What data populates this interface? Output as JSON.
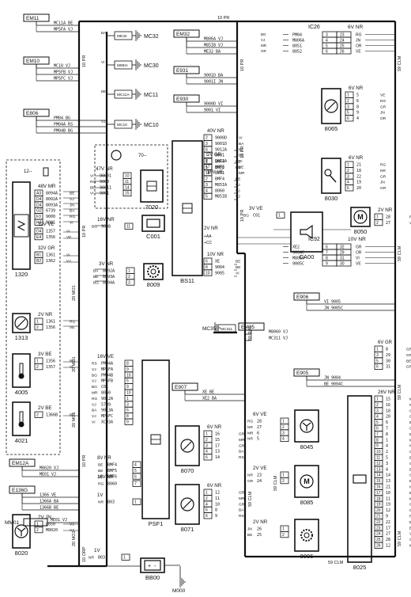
{
  "bus_labels": {
    "top": "10 PR",
    "bottom_right": "59 CLM",
    "bottom_right2": "59 CLM",
    "right1": "59 CLM",
    "right2": "59 CLM",
    "right3": "59 CLM",
    "left_vert": "20 MO1",
    "left_vert2": "20 MO1",
    "left_vert3": "20 MO1",
    "left_vert4": "20 MO1",
    "left_pr": "10 PR",
    "left_pr2": "10 PR",
    "mid_pr": "10 PR",
    "pr2": "10 PR",
    "pr3": "10 PR",
    "pr4": "10 PR",
    "mid_vert": "50 RJB",
    "clm_mid": "59 CLM",
    "clm_mid2": "59 CLM",
    "bottom_orp": "10 ORP"
  },
  "ground_labels": [
    "MC32",
    "MC30",
    "MC11",
    "MC10",
    "MC35",
    "M000"
  ],
  "connectors": [
    {
      "id": "EM11",
      "wires": [
        "MC11A BE",
        "MP5FA VJ"
      ]
    },
    {
      "id": "EM10",
      "wires": [
        "MC10 VJ",
        "MP5FB VJ",
        "MP5FC VJ"
      ]
    },
    {
      "id": "E806",
      "wires": [
        "PM04 BG",
        "PM04A RS",
        "PM04B BG"
      ]
    },
    {
      "id": "EM32",
      "wires": [
        "M806A VJ",
        "M85IB VJ",
        "ME32 BA"
      ]
    },
    {
      "id": "E931",
      "wires": [
        "9001D BA",
        "9001I JN"
      ]
    },
    {
      "id": "E930",
      "wires": [
        "9000D VI",
        "9001 VI"
      ]
    },
    {
      "id": "E906",
      "wires": [
        "VI 9005",
        "JN 9005C"
      ]
    },
    {
      "id": "EM35",
      "wires": [
        "M8060 VJ",
        "MC311 VJ"
      ]
    },
    {
      "id": "E905",
      "wires": [
        "JN 9004",
        "BE 9004C"
      ]
    },
    {
      "id": "E907",
      "wires": [
        "XE BE",
        "XE2 BA"
      ]
    },
    {
      "id": "EM12A",
      "wires": [
        "M8020 VJ",
        "ME01 VJ"
      ]
    },
    {
      "id": "E136G",
      "wires": [
        "1366 VE",
        "1366A BA",
        "1366B BE"
      ]
    },
    {
      "id": "MM01",
      "wires": [
        "ME01 VJ"
      ]
    }
  ],
  "ic26": {
    "title": "IC26",
    "spec": "6V NR",
    "rows": [
      [
        "PM04",
        "3",
        "23",
        "RG"
      ],
      [
        "M806A",
        "4",
        "24",
        "JN"
      ],
      [
        "8051",
        "5",
        "25",
        "OR"
      ],
      [
        "8052",
        "6",
        "26",
        "VE"
      ]
    ]
  },
  "ic92": {
    "title": "IC92",
    "spec": "10V NR",
    "rows": [
      [
        "XE2",
        "6",
        "32",
        "GR"
      ],
      [
        "9004C",
        "7",
        "29",
        "OR"
      ],
      [
        "M8060",
        "8",
        "31",
        "VI"
      ],
      [
        "9005C",
        "9",
        "30",
        "VE"
      ]
    ]
  },
  "components": [
    {
      "id": "1320",
      "label": "1320",
      "plug": "48V MR",
      "pins": [
        [
          "A3",
          "8094A",
          "BE"
        ],
        [
          "D4",
          "8092A",
          "VJ"
        ],
        [
          "D4",
          "8093A",
          "JN"
        ],
        [
          "G2",
          "6739",
          "BA"
        ],
        [
          "F3",
          "9000",
          "RG"
        ],
        [
          "H4",
          "9001",
          "VI"
        ]
      ]
    },
    {
      "id": "1313",
      "label": "1313",
      "plug": "2V NR",
      "pins": [
        [
          "1",
          "1361",
          "RG"
        ],
        [
          "2",
          "1356",
          "VE"
        ]
      ]
    },
    {
      "id": "4005",
      "label": "4005",
      "plug": "3V BE",
      "pins": [
        [
          "1",
          "1356",
          "RG"
        ],
        [
          "2",
          "1357",
          "VI"
        ]
      ]
    },
    {
      "id": "4021",
      "label": "4021",
      "plug": "2V BE",
      "pins": [
        [
          "2",
          "1366B",
          "BE"
        ]
      ]
    },
    {
      "id": "8020",
      "label": "8020",
      "plug": "2V JN",
      "pins": [
        [
          "1",
          "8050",
          "VJ"
        ],
        [
          "2",
          "M8020",
          "VJ"
        ]
      ]
    },
    {
      "id": "7020",
      "label": "7020",
      "plug": "47V NR",
      "pins": [
        [
          "10",
          "90001",
          "VI"
        ],
        [
          "11",
          "9000",
          "RG"
        ],
        [
          "14",
          "90011",
          "BE"
        ],
        [
          "15",
          "9001",
          "VI"
        ]
      ]
    },
    {
      "id": "C001",
      "label": "C001",
      "plug": "16V NR",
      "pins": [
        [
          "11",
          "9008",
          "BG"
        ]
      ]
    },
    {
      "id": "8009",
      "label": "8009",
      "plug": "3V NR",
      "pins": [
        [
          "1",
          "8092A",
          "BA"
        ],
        [
          "2",
          "8093A",
          "BE"
        ],
        [
          "3",
          "8094A",
          "BG"
        ]
      ]
    },
    {
      "id": "BS11",
      "label": "BS11",
      "plug": "40V NR",
      "pins": [
        [
          "2",
          "9000D",
          "VI"
        ],
        [
          "3",
          "9001D",
          "BA"
        ],
        [
          "6",
          "9012A",
          "BE"
        ],
        [
          "7",
          "9001",
          "BE"
        ],
        [
          "8",
          "9013A",
          "VI"
        ],
        [
          "17",
          "8052",
          "BE"
        ],
        [
          "18",
          "8051",
          "MR"
        ]
      ]
    },
    {
      "id": "CA00",
      "label": "CA00",
      "plug": "3V VE",
      "pins": [
        [
          "1",
          "C01",
          "BG"
        ]
      ]
    },
    {
      "id": "8050",
      "label": "8050",
      "plug": "2V NR",
      "pins": [
        [
          "1",
          "28",
          "RG"
        ],
        [
          "2",
          "27",
          "VI"
        ]
      ]
    },
    {
      "id": "8065",
      "label": "8065",
      "plug": "6V NR",
      "pins": [
        [
          "1",
          "5",
          "VE"
        ],
        [
          "2",
          "6",
          "RG"
        ],
        [
          "3",
          "8",
          "GR"
        ],
        [
          "5",
          "9",
          "JN"
        ],
        [
          "6",
          "4",
          "OR"
        ]
      ]
    },
    {
      "id": "8030",
      "label": "8030",
      "plug": "6V NR",
      "pins": [
        [
          "1",
          "21",
          "RG"
        ],
        [
          "2",
          "18",
          "NR"
        ],
        [
          "3",
          "22",
          "GR"
        ],
        [
          "4",
          "19",
          "JN"
        ],
        [
          "6",
          "20",
          "GR"
        ]
      ]
    },
    {
      "id": "PSF1",
      "label": "PSF1",
      "plug": "16V VE",
      "pins": [
        [
          "8",
          "PM04A",
          "RS"
        ],
        [
          "9",
          "MP5FA",
          "VJ"
        ],
        [
          "10",
          "PM04B",
          "BG"
        ],
        [
          "5",
          "MP5FB",
          "VJ"
        ],
        [
          "9",
          "C01",
          "BG"
        ],
        [
          "10",
          "8060",
          "MR"
        ],
        [
          "1",
          "9012A",
          "RG"
        ],
        [
          "3",
          "5739",
          "VJ"
        ],
        [
          "6",
          "9013A",
          "BA"
        ],
        [
          "8",
          "MP5FC",
          "VJ"
        ],
        [
          "9",
          "XC03A",
          "VI"
        ]
      ]
    },
    {
      "id": "8070",
      "label": "8070",
      "plug": "6V NR",
      "pins": [
        [
          "1",
          "16",
          "GR"
        ],
        [
          "2",
          "15",
          "MR"
        ],
        [
          "3",
          "17",
          "GR"
        ],
        [
          "4",
          "13",
          "BA"
        ],
        [
          "6",
          "14",
          "RS"
        ]
      ]
    },
    {
      "id": "8071",
      "label": "8071",
      "plug": "6V NR",
      "pins": [
        [
          "1",
          "12",
          "GR"
        ],
        [
          "2",
          "11",
          "MR"
        ],
        [
          "4",
          "10",
          "GR"
        ],
        [
          "6",
          "8",
          "BA"
        ],
        [
          "6",
          "9",
          "RS"
        ]
      ]
    },
    {
      "id": "8045",
      "label": "8045",
      "plug": "6V VE",
      "pins": [
        [
          "1",
          "28",
          "RG"
        ],
        [
          "2",
          "27",
          "NR"
        ],
        [
          "3",
          "6",
          "MR"
        ],
        [
          "4",
          "5",
          "NR"
        ]
      ]
    },
    {
      "id": "8085",
      "label": "8085",
      "plug": "2V VE",
      "pins": [
        [
          "1",
          "23",
          "NR"
        ],
        [
          "2",
          "24",
          "GR"
        ]
      ]
    },
    {
      "id": "8006",
      "label": "8006",
      "plug": "2V NR",
      "pins": [
        [
          "1",
          "26",
          "JN"
        ],
        [
          "2",
          "25",
          "BE"
        ]
      ]
    },
    {
      "id": "8025",
      "label": "8025",
      "plug": "26V NR",
      "pins": [
        [
          "1",
          "15",
          "MR"
        ],
        [
          "2",
          "16",
          "NR"
        ],
        [
          "3",
          "18",
          "GR"
        ],
        [
          "4",
          "20",
          "GR"
        ],
        [
          "5",
          "6",
          "BA"
        ],
        [
          "6",
          "7",
          "GR"
        ],
        [
          "7",
          "8",
          "BA"
        ],
        [
          "8",
          "1",
          "MR"
        ],
        [
          "9",
          "4",
          "NR"
        ],
        [
          "10",
          "2",
          "GR"
        ],
        [
          "11",
          "5",
          "BA"
        ],
        [
          "12",
          "3",
          "GR"
        ],
        [
          "13",
          "4",
          "BA"
        ],
        [
          "14",
          "14",
          "GR"
        ],
        [
          "15",
          "13",
          "BA"
        ],
        [
          "16",
          "21",
          "NR"
        ],
        [
          "17",
          "10",
          "BA"
        ],
        [
          "18",
          "11",
          "MR"
        ],
        [
          "19",
          "19",
          "GR"
        ],
        [
          "20",
          "12",
          "GR"
        ],
        [
          "21",
          "9",
          "RS"
        ],
        [
          "22",
          "22",
          "BA"
        ],
        [
          "23",
          "17",
          "BE"
        ],
        [
          "24",
          "27",
          "VE"
        ],
        [
          "25",
          "28",
          "GR"
        ],
        [
          "26",
          "12",
          "MR"
        ]
      ]
    },
    {
      "id": "BB00",
      "label": "BB00",
      "plug": "1V",
      "pins": [
        [
          "1",
          "B03",
          "NR"
        ]
      ]
    }
  ],
  "misc": {
    "psf_upper": "1V",
    "psf_upper_wire": "B03",
    "psf_8v": "8V NR",
    "psf_8v_pins": [
      [
        "4",
        "BMF4",
        "BE"
      ],
      [
        "5",
        "BMF5",
        "BE"
      ],
      [
        "6",
        "BMF6",
        "BE"
      ]
    ],
    "psf_16v": "16V NR",
    "psf_16v_pin": [
      "7",
      "8060",
      "RG"
    ],
    "group_70": "70--",
    "group_12": "12--",
    "ca00_pins": [
      "+AA",
      "+CC"
    ],
    "bs11_lower": "2V NR",
    "bs11_pins2": [
      [
        "6",
        "XE",
        "BE"
      ],
      [
        "8",
        "9004",
        "BE"
      ],
      [
        "10",
        "9005",
        "VI"
      ]
    ],
    "bs11_16ve": "16V VE",
    "bs11_ve_pins": [
      [
        "2",
        "BMF4",
        "BE"
      ],
      [
        "3",
        "M85IA",
        "VJ"
      ],
      [
        "4",
        "8060",
        "VJ"
      ],
      [
        "5",
        "M85IB",
        "VJ"
      ]
    ],
    "bs11_gr": "2V GR",
    "bs11_gr_pins": [
      [
        "1",
        "BMF4",
        "BE"
      ],
      [
        "5",
        "BMF5",
        "BE"
      ]
    ],
    "bs11_10v": "10V NR",
    "c1320_32ve": "32V VE",
    "c1320_32ve_pins": [
      [
        "D4",
        "1357",
        "VI"
      ],
      [
        "E4",
        "1356",
        "VE"
      ]
    ],
    "c1320_32gr": "32V GR",
    "c1320_32gr_pins": [
      [
        "B1",
        "1361",
        "VI"
      ],
      [
        "B2",
        "1362",
        "VJ"
      ]
    ],
    "c8025_6vgr": "6V GR",
    "c8025_6vgr_pins": [
      [
        "1",
        "8",
        "GR"
      ],
      [
        "3",
        "29",
        "GR"
      ],
      [
        "5",
        "30",
        "BE"
      ],
      [
        "6",
        "31",
        "GR"
      ]
    ]
  },
  "colors": {
    "ink": "#111111",
    "paper": "#ffffff",
    "dashed": "#444444"
  }
}
